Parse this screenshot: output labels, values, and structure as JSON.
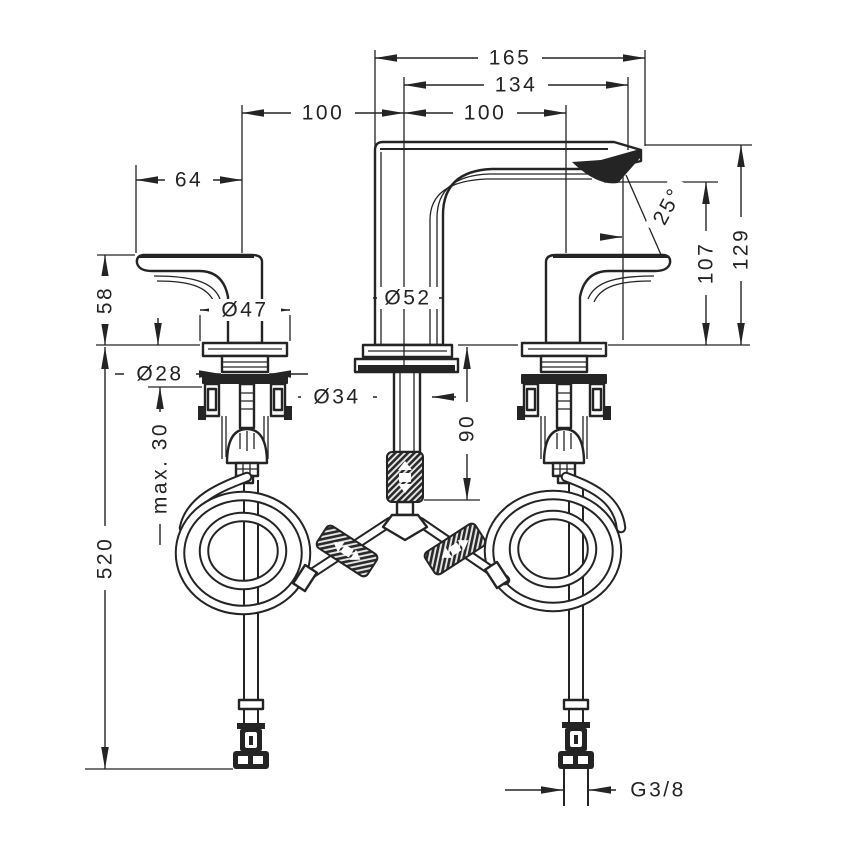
{
  "drawing": {
    "kind": "faucet-installation-dimension-drawing",
    "colors": {
      "background": "#ffffff",
      "line": "#242424"
    },
    "dimensions": {
      "overall_width": "165",
      "spout_reach": "134",
      "hole_spacing_left": "100",
      "hole_spacing_right": "100",
      "handle_length": "64",
      "handle_height": "58",
      "handle_escutcheon_dia": "Ø47",
      "handle_shank_dia": "Ø28",
      "max_mounting_thickness": "max. 30",
      "hose_length": "520",
      "spout_escutcheon_dia": "Ø52",
      "tap_hole_dia": "Ø34",
      "connection_depth": "90",
      "spout_angle": "25°",
      "spout_outlet_height": "107",
      "spout_height": "129",
      "connection_thread": "G3/8"
    }
  }
}
